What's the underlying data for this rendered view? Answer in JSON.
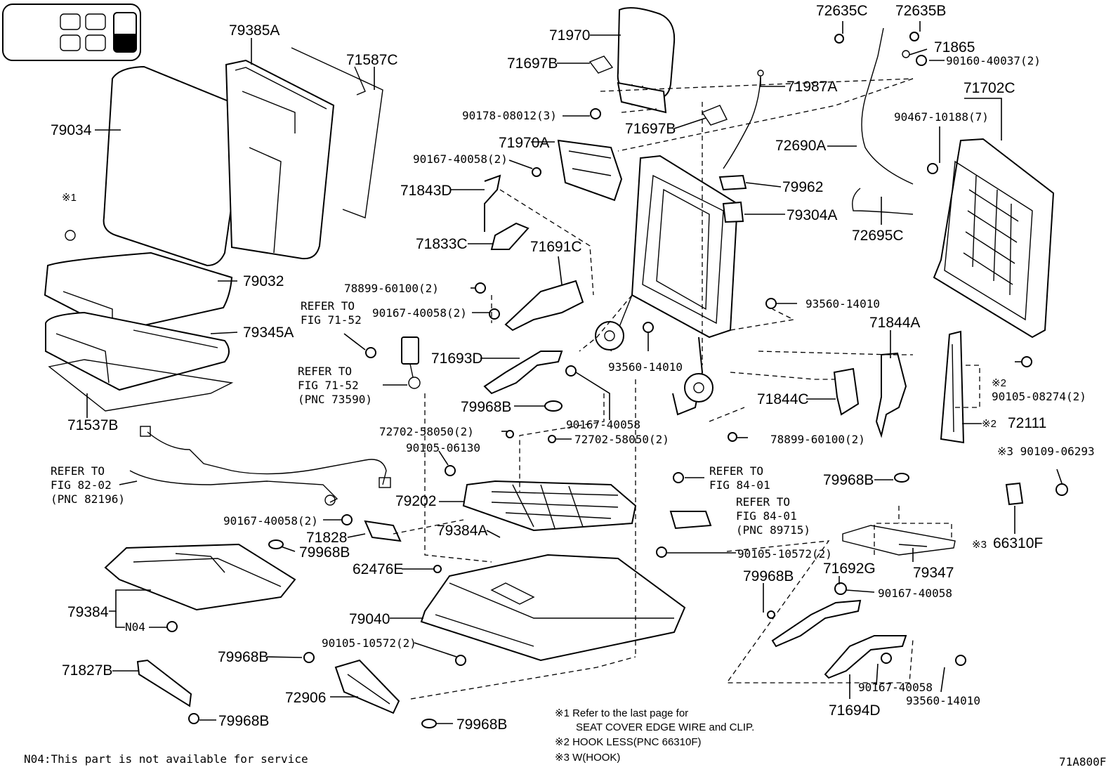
{
  "labels": {
    "p79385A": "79385A",
    "p71587C": "71587C",
    "p79034": "79034",
    "p71970": "71970",
    "p71697B_top": "71697B",
    "p72635C": "72635C",
    "p72635B": "72635B",
    "p71865": "71865",
    "p90160_40037": "90160-40037(2)",
    "p71987A": "71987A",
    "p71702C": "71702C",
    "p90178_08012": "90178-08012(3)",
    "p71697B_mid": "71697B",
    "p90467_10188": "90467-10188(7)",
    "p72690A": "72690A",
    "p71970A": "71970A",
    "p90167_40058_a": "90167-40058(2)",
    "p79962": "79962",
    "p71843D": "71843D",
    "p79304A": "79304A",
    "p72695C": "72695C",
    "note1_mark": "※1",
    "p71833C": "71833C",
    "p71691C": "71691C",
    "p79032": "79032",
    "p78899_60100_a": "78899-60100(2)",
    "p93560_14010_a": "93560-14010",
    "p90167_40058_b": "90167-40058(2)",
    "p79345A": "79345A",
    "p71844A": "71844A",
    "p93560_14010_b": "93560-14010",
    "p71693D": "71693D",
    "p90105_08274": "90105-08274(2)",
    "mark2_a": "※2",
    "p71844C": "71844C",
    "p79968B_a": "79968B",
    "p71537B": "71537B",
    "p90167_40058_c": "90167-40058",
    "p72111": "72111",
    "mark2_b": "※2",
    "p72702_58050_a": "72702-58050(2)",
    "p72702_58050_b": "72702-58050(2)",
    "p78899_60100_b": "78899-60100(2)",
    "p90105_06130": "90105-06130",
    "p90109_06293": "※3 90109-06293",
    "p79202": "79202",
    "p79968B_b": "79968B",
    "p90167_40058_d": "90167-40058(2)",
    "p79384A": "79384A",
    "p71828": "71828",
    "p79968B_c": "79968B",
    "p66310F": "66310F",
    "mark3": "※3",
    "p90105_10572_a": "90105-10572(2)",
    "p79347": "79347",
    "p62476E": "62476E",
    "p79968B_d": "79968B",
    "p71692G": "71692G",
    "p79384": "79384",
    "p90167_40058_e": "90167-40058",
    "p79040": "79040",
    "n04": "N04",
    "p90105_10572_b": "90105-10572(2)",
    "p79968B_e": "79968B",
    "p71827B": "71827B",
    "p72906": "72906",
    "p90167_40058_f": "90167-40058",
    "p93560_14010_c": "93560-14010",
    "p79968B_f": "79968B",
    "p79968B_g": "79968B",
    "p71694D": "71694D"
  },
  "refers": {
    "fig71_52_a_line1": "REFER TO",
    "fig71_52_a_line2": "FIG 71-52",
    "fig71_52_b_line1": "REFER TO",
    "fig71_52_b_line2": "FIG 71-52",
    "fig71_52_b_line3": "(PNC 73590)",
    "fig82_02_line1": "REFER TO",
    "fig82_02_line2": "FIG 82-02",
    "fig82_02_line3": "(PNC 82196)",
    "fig84_01_a_line1": "REFER TO",
    "fig84_01_a_line2": "FIG 84-01",
    "fig84_01_b_line1": "REFER TO",
    "fig84_01_b_line2": "FIG 84-01",
    "fig84_01_b_line3": "(PNC 89715)"
  },
  "notes": {
    "note1_a": "※1  Refer to the last page for",
    "note1_b": "SEAT COVER EDGE WIRE and CLIP.",
    "note2": "※2 HOOK LESS(PNC 66310F)",
    "note3": "※3 W(HOOK)"
  },
  "footer": {
    "n04_note": "N04:This part is not available for service",
    "figure_code": "71A800F"
  }
}
